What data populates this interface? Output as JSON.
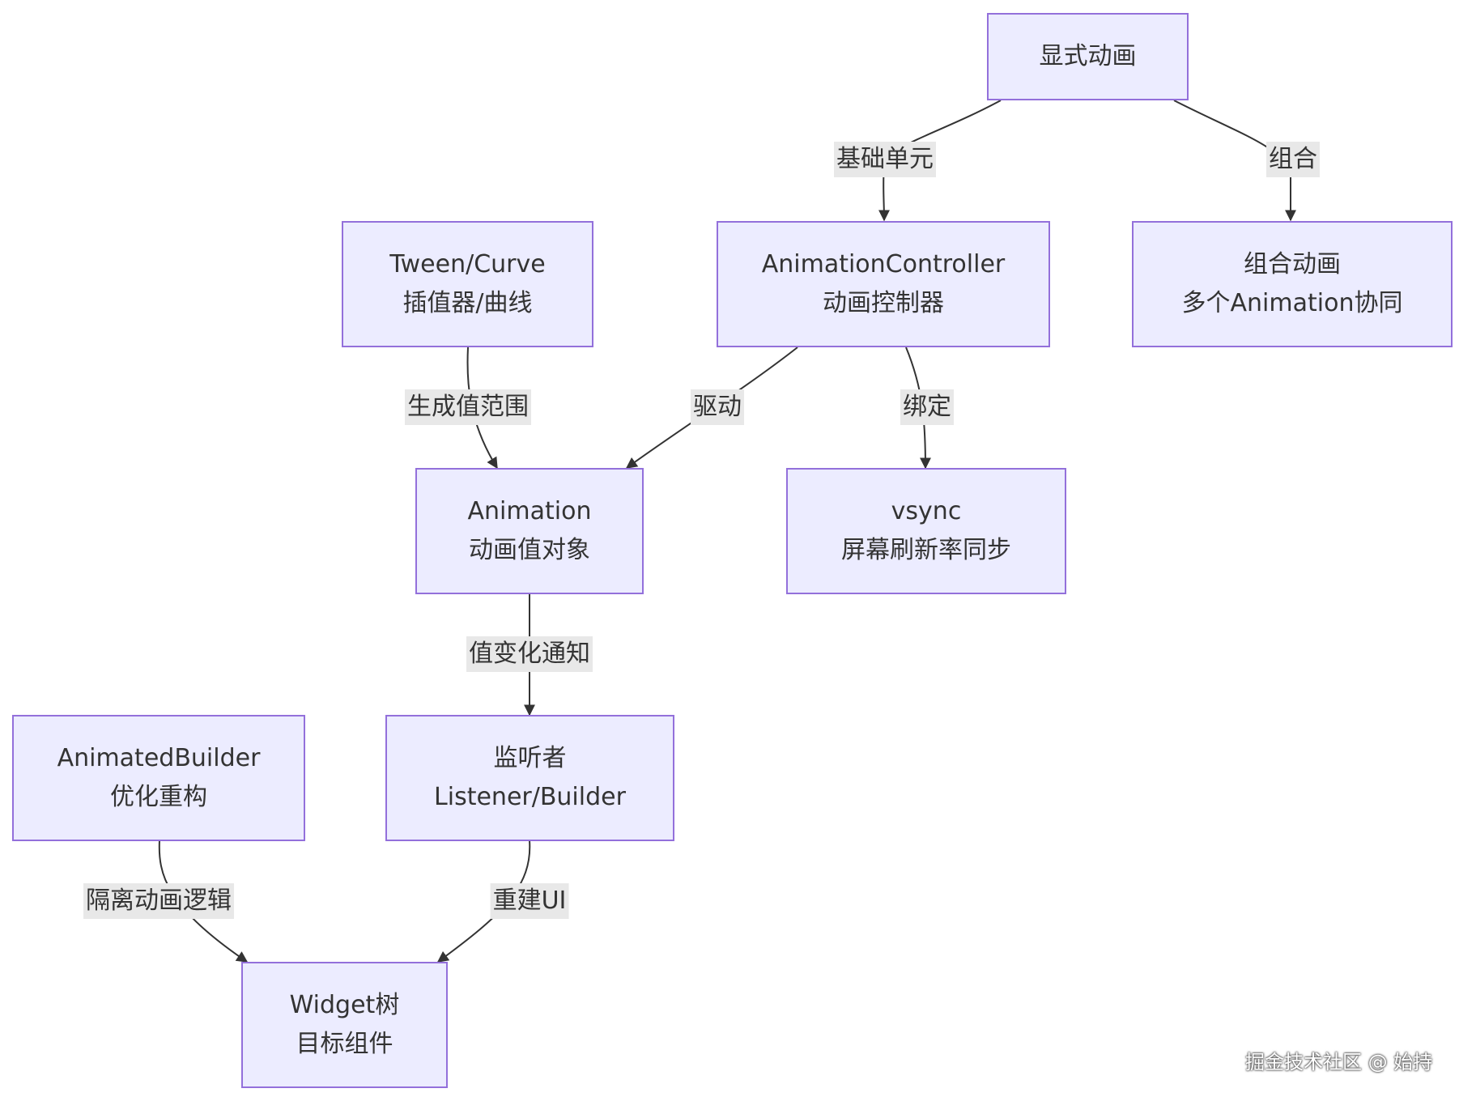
{
  "nodes": {
    "explicit": {
      "line1": "显式动画",
      "line2": ""
    },
    "tween": {
      "line1": "Tween/Curve",
      "line2": "插值器/曲线"
    },
    "controller": {
      "line1": "AnimationController",
      "line2": "动画控制器"
    },
    "combo": {
      "line1": "组合动画",
      "line2": "多个Animation协同"
    },
    "animation": {
      "line1": "Animation",
      "line2": "动画值对象"
    },
    "vsync": {
      "line1": "vsync",
      "line2": "屏幕刷新率同步"
    },
    "builder": {
      "line1": "AnimatedBuilder",
      "line2": "优化重构"
    },
    "listener": {
      "line1": "监听者",
      "line2": "Listener/Builder"
    },
    "widget": {
      "line1": "Widget树",
      "line2": "目标组件"
    }
  },
  "edges": {
    "basic": "基础单元",
    "combine": "组合",
    "range": "生成值范围",
    "drive": "驱动",
    "bind": "绑定",
    "notify": "值变化通知",
    "isolate": "隔离动画逻辑",
    "rebuild": "重建UI"
  },
  "watermark": "掘金技术社区 @ 始持",
  "colors": {
    "node_fill": "#ececff",
    "node_border": "#9370db",
    "edge": "#333333",
    "label_bg": "#e8e8e8"
  }
}
